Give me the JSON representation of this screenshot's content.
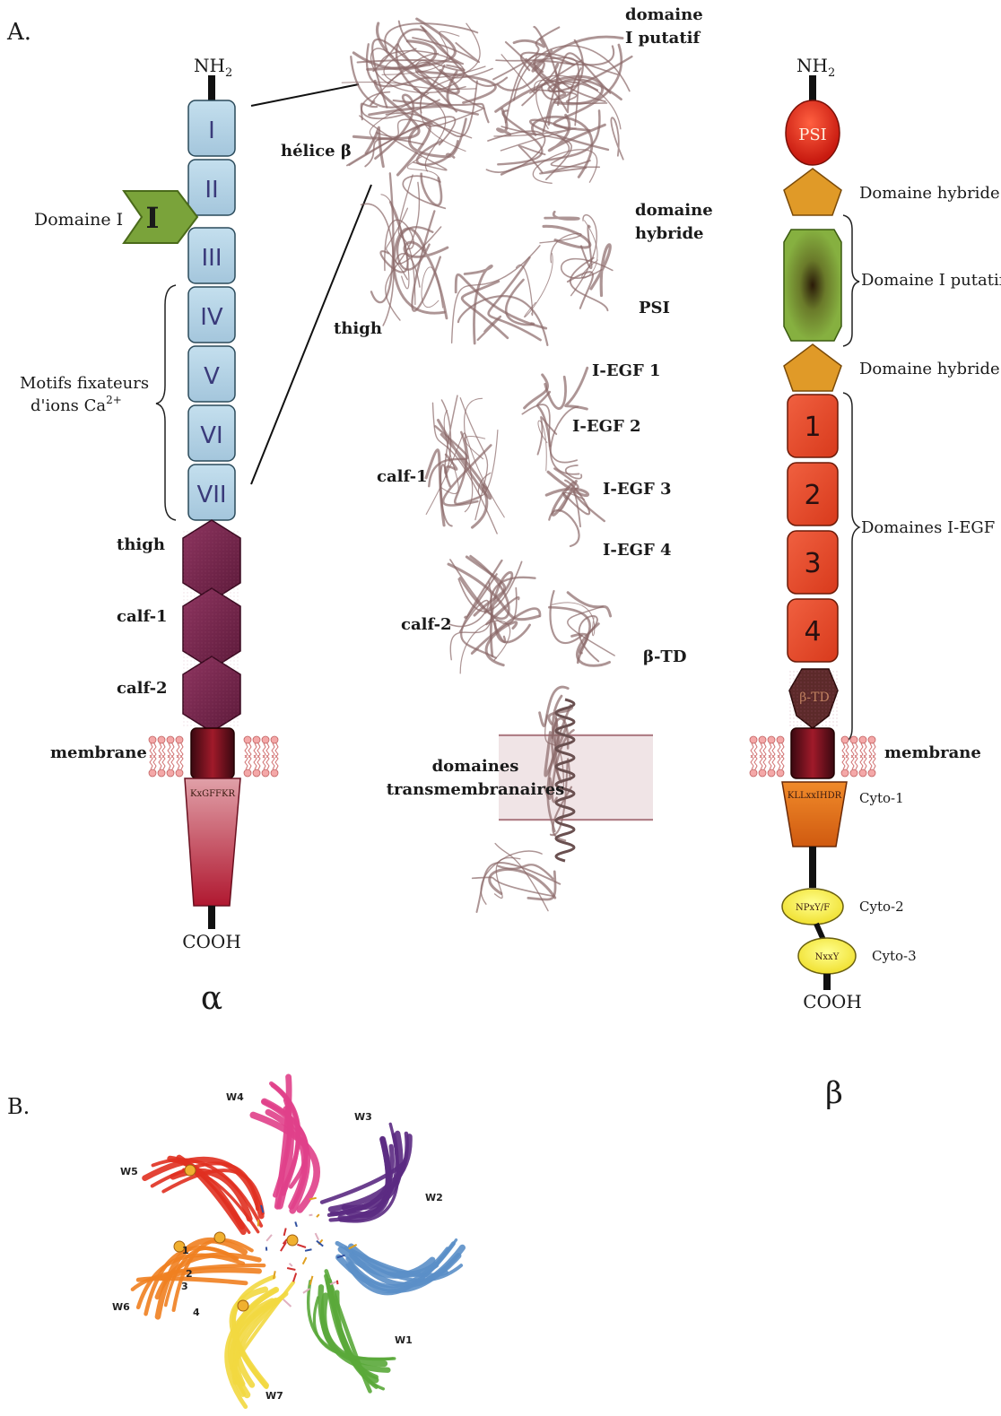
{
  "panel_a": {
    "panel_label": "A.",
    "alpha": {
      "nh2": "NH",
      "nh2_sub": "2",
      "domains": [
        "I",
        "II",
        "III",
        "IV",
        "V",
        "VI",
        "VII"
      ],
      "domaine_i_label": "Domaine I",
      "domaine_i_glyph": "I",
      "ca_label_line1": "Motifs fixateurs",
      "ca_label_line2": "d'ions Ca",
      "ca_sup": "2+",
      "thigh": "thigh",
      "calf1": "calf-1",
      "calf2": "calf-2",
      "membrane": "membrane",
      "cyto_motif": "KxGFFKR",
      "cooh": "COOH",
      "greek": "α"
    },
    "structure": {
      "domaine_i_putatif_1": "domaine",
      "domaine_i_putatif_2": "I putatif",
      "helice": "hélice β",
      "domaine_hybride_1": "domaine",
      "domaine_hybride_2": "hybride",
      "psi": "PSI",
      "thigh": "thigh",
      "iegf1": "I-EGF 1",
      "iegf2": "I-EGF 2",
      "iegf3": "I-EGF 3",
      "iegf4": "I-EGF 4",
      "calf1": "calf-1",
      "calf2": "calf-2",
      "btd": "β-TD",
      "tm_1": "domaines",
      "tm_2": "transmembranaires"
    },
    "beta": {
      "nh2": "NH",
      "nh2_sub": "2",
      "psi": "PSI",
      "hybride_top": "Domaine hybride",
      "i_putatif": "Domaine I putatif",
      "hybride_bottom": "Domaine hybride",
      "egf_numbers": [
        "1",
        "2",
        "3",
        "4"
      ],
      "egf_label": "Domaines I-EGF",
      "btd": "β-TD",
      "membrane": "membrane",
      "cyto1_motif": "KLLxxIHDR",
      "cyto1": "Cyto-1",
      "cyto2_motif": "NPxY/F",
      "cyto2": "Cyto-2",
      "cyto3_motif": "NxxY",
      "cyto3": "Cyto-3",
      "cooh": "COOH",
      "greek": "β"
    }
  },
  "panel_b": {
    "panel_label": "B.",
    "blades": [
      "W1",
      "W2",
      "W3",
      "W4",
      "W5",
      "W6",
      "W7"
    ],
    "strand_numbers": [
      "1",
      "2",
      "3",
      "4"
    ],
    "colors": {
      "W1": "#5aa83a",
      "W2": "#5b8fc8",
      "W3": "#5b2a82",
      "W4": "#e0408a",
      "W5": "#e03020",
      "W6": "#f08020",
      "W7": "#f2d840"
    }
  },
  "colors": {
    "alpha_domain": "#b3d3e6",
    "thigh_calf": "#7a2850",
    "domaine_i": "#7aa33a",
    "psi": "#e02818",
    "hybride": "#e09a28",
    "i_putatif": "#7aa63a",
    "egf": "#e6482a",
    "structure": "#8a7070"
  }
}
